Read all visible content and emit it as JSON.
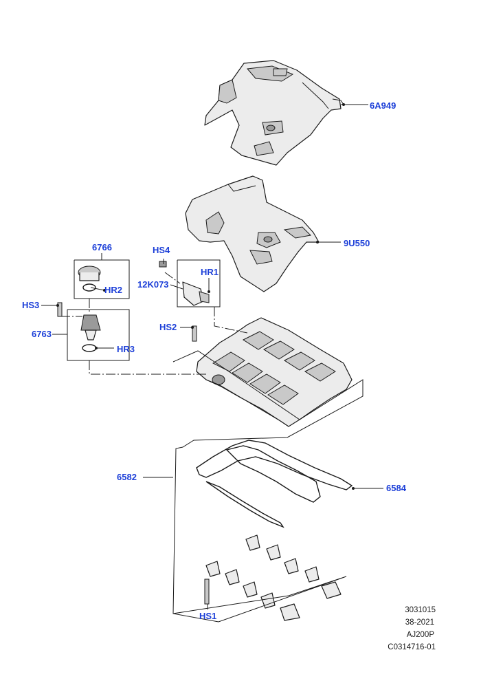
{
  "callouts": {
    "c_6A949": "6A949",
    "c_9U550": "9U550",
    "c_6766": "6766",
    "c_HS4": "HS4",
    "c_HR1": "HR1",
    "c_12K073": "12K073",
    "c_HR2": "HR2",
    "c_HS3": "HS3",
    "c_6763": "6763",
    "c_HS2": "HS2",
    "c_HR3": "HR3",
    "c_6582": "6582",
    "c_6584": "6584",
    "c_HS1": "HS1"
  },
  "reference_block": {
    "line1": "3031015",
    "line2": "38-2021",
    "line3": "AJ200P",
    "line4": "C0314716-01"
  },
  "colors": {
    "callout_text": "#1c3fd8",
    "line_art": "#1a1a1a"
  }
}
